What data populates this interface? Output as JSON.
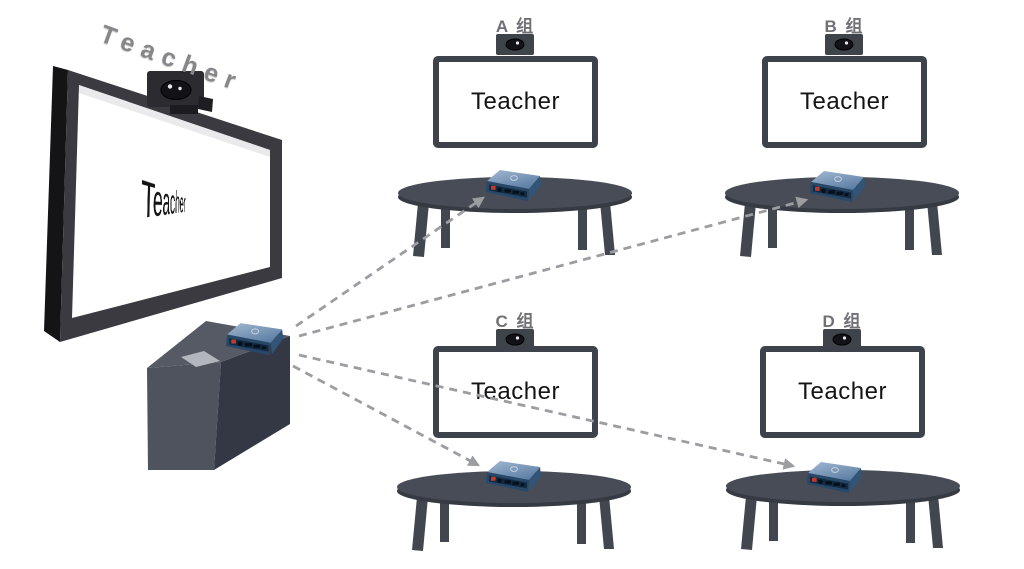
{
  "diagram": {
    "title_hint": "Teacher screen broadcast to group displays",
    "teacher_station": {
      "wall_label": "Teacher",
      "screen_text": "Teacher"
    },
    "groups": [
      {
        "id": "a",
        "label": "A 组",
        "screen_text": "Teacher"
      },
      {
        "id": "b",
        "label": "B 组",
        "screen_text": "Teacher"
      },
      {
        "id": "c",
        "label": "C 组",
        "screen_text": "Teacher"
      },
      {
        "id": "d",
        "label": "D 组",
        "screen_text": "Teacher"
      }
    ],
    "connections": [
      {
        "from": "teacher-transmitter",
        "to": "group-a-receiver",
        "style": "dashed-arrow"
      },
      {
        "from": "teacher-transmitter",
        "to": "group-b-receiver",
        "style": "dashed-arrow"
      },
      {
        "from": "teacher-transmitter",
        "to": "group-c-receiver",
        "style": "dashed-arrow"
      },
      {
        "from": "teacher-transmitter",
        "to": "group-d-receiver",
        "style": "dashed-arrow"
      }
    ],
    "icons": [
      "camera-icon",
      "receiver-box-icon",
      "table-icon",
      "podium-icon",
      "arrow-icon"
    ],
    "colors": {
      "bg": "#ffffff",
      "monitor_frame": "#3e424b",
      "table_top": "#474c57",
      "table_rim": "#363a43",
      "table_leg": "#42474f",
      "podium_top": "#555a65",
      "podium_front": "#4f535e",
      "podium_right": "#343845",
      "display_frame": "#3a3a40",
      "display_side": "#141417",
      "dash": "#9b9da1",
      "label": "#707076",
      "wall_text": "#86868b",
      "screen_text": "#141414",
      "device_front": "#274868",
      "device_side": "#315477",
      "device_band": "#132a42",
      "device_red": "#c0392b"
    }
  }
}
